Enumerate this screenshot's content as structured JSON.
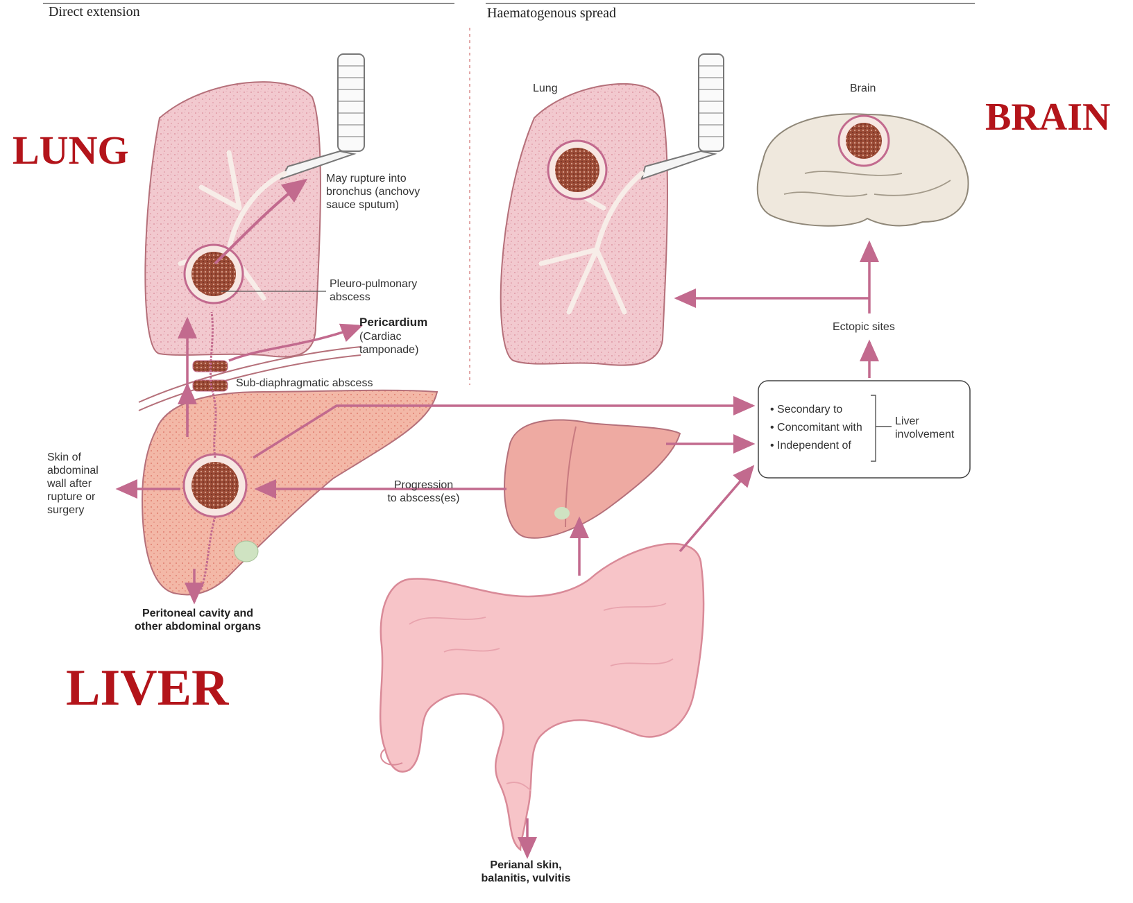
{
  "headers": {
    "left": "Direct extension",
    "right": "Haematogenous spread"
  },
  "overlay_titles": {
    "lung": "LUNG",
    "brain": "BRAIN",
    "liver": "LIVER"
  },
  "labels": {
    "lung_small": "Lung",
    "brain_small": "Brain",
    "bronchus_rupture": "May rupture into\nbronchus (anchovy\nsauce sputum)",
    "pleuro_abscess": "Pleuro-pulmonary\nabscess",
    "pericardium_title": "Pericardium",
    "pericardium_sub": "(Cardiac\ntamponade)",
    "subdiaphragmatic": "Sub-diaphragmatic abscess",
    "skin_wall": "Skin of\nabdominal\nwall after\nrupture or\nsurgery",
    "progression": "Progression\nto abscess(es)",
    "peritoneal": "Peritoneal cavity and\nother abdominal organs",
    "ectopic": "Ectopic sites",
    "perianal": "Perianal skin,\nbalanitis, vulvitis"
  },
  "involvement_box": {
    "items": [
      "• Secondary to",
      "• Concomitant with",
      "• Independent of"
    ],
    "label": "Liver\ninvolvement"
  },
  "colors": {
    "arrow": "#c26a8e",
    "lung_fill": "#f2c9cf",
    "liver_fill": "#f2b7a6",
    "bowel_fill": "#f7c4c8",
    "brain_fill": "#efe8dd",
    "abscess": "#8a3a2a",
    "title_red": "#b3141a"
  }
}
